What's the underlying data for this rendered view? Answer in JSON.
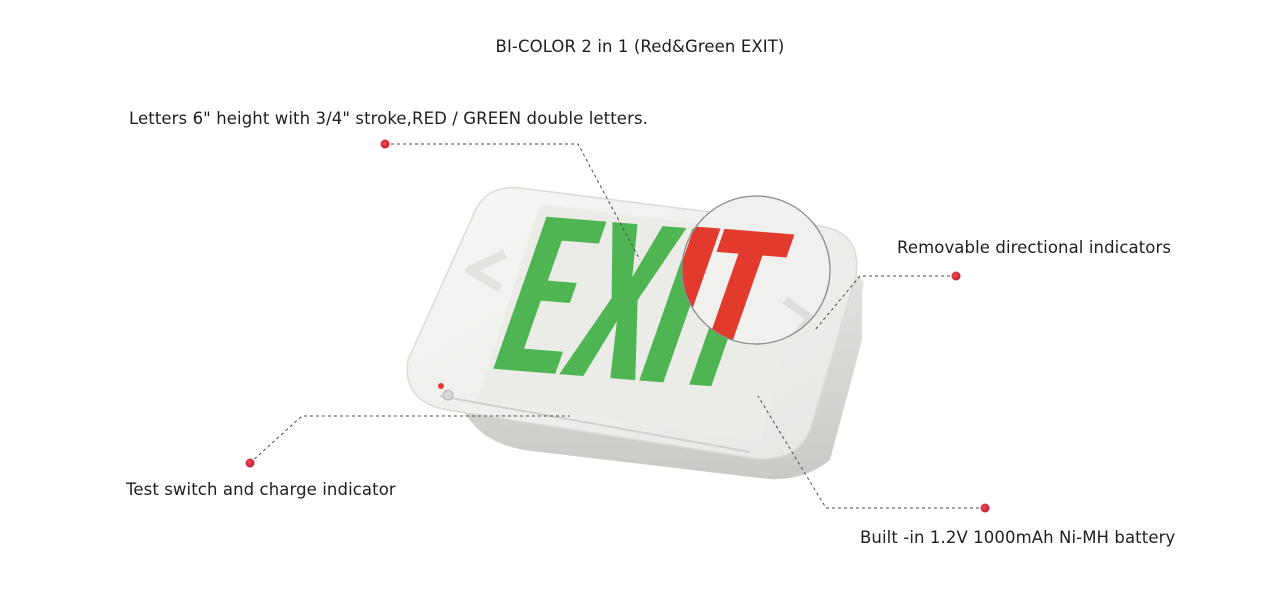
{
  "title": "BI-COLOR 2 in 1 (Red&Green EXIT)",
  "sign_letters": "EXIT",
  "callouts": {
    "letters": "Letters 6\" height with 3/4\" stroke,RED / GREEN double letters.",
    "indicators": "Removable directional indicators",
    "test_switch": "Test switch and charge indicator",
    "battery": "Built -in 1.2V 1000mAh Ni-MH battery"
  },
  "colors": {
    "green": "#4fb553",
    "red": "#e23b2e",
    "marker": "#d6283a",
    "housing": "#f1f1ef"
  }
}
